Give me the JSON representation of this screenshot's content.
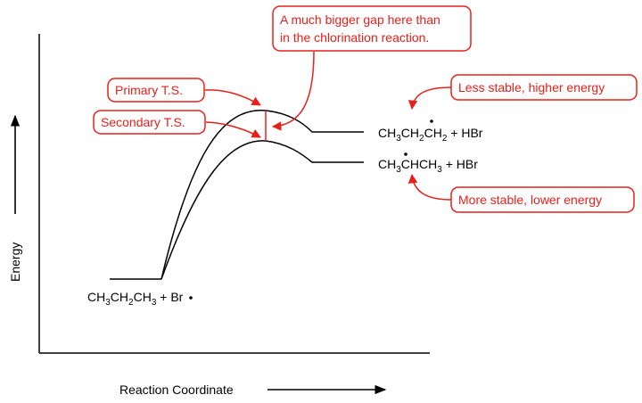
{
  "axes": {
    "x_label": "Reaction Coordinate",
    "y_label": "Energy"
  },
  "species": {
    "reactant": {
      "base": "CH",
      "parts": [
        [
          "3",
          "CH"
        ],
        [
          "2",
          "CH"
        ],
        [
          "3",
          " + Br"
        ]
      ],
      "radical": "•"
    },
    "primary_product": {
      "parts": [
        [
          "CH",
          "3"
        ],
        [
          "CH",
          "2"
        ],
        [
          "CH",
          "2"
        ],
        [
          " + HBr",
          ""
        ]
      ]
    },
    "secondary_product": {
      "parts": [
        [
          "CH",
          "3"
        ],
        [
          "CHCH",
          "3"
        ],
        [
          " + HBr",
          ""
        ]
      ]
    }
  },
  "callouts": {
    "primary_ts": "Primary T.S.",
    "secondary_ts": "Secondary T.S.",
    "gap_line1": "A much bigger gap here than",
    "gap_line2": "in the chlorination reaction.",
    "less_stable": "Less stable, higher energy",
    "more_stable": "More stable, lower energy"
  },
  "colors": {
    "accent": "#e8201a",
    "curve": "#000000"
  }
}
